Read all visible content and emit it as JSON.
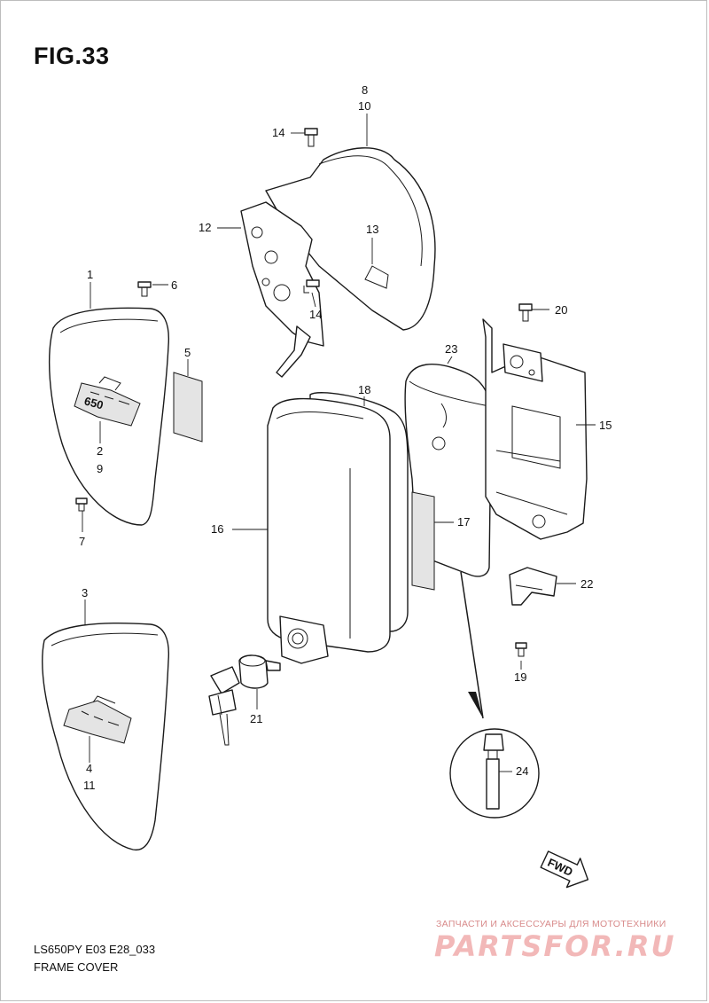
{
  "figure": {
    "title": "FIG.33"
  },
  "labels": {
    "p1": "1",
    "p2": "2",
    "p3": "3",
    "p4": "4",
    "p5": "5",
    "p6": "6",
    "p7": "7",
    "p8": "8",
    "p9": "9",
    "p10": "10",
    "p11": "11",
    "p12": "12",
    "p13": "13",
    "p14a": "14",
    "p14b": "14",
    "p15": "15",
    "p16": "16",
    "p17": "17",
    "p18": "18",
    "p19": "19",
    "p20": "20",
    "p21": "21",
    "p22": "22",
    "p23": "23",
    "p24": "24"
  },
  "emblem_top": "650",
  "fwd": "FWD",
  "footer": {
    "model": "LS650PY E03 E28_033",
    "caption": "FRAME COVER"
  },
  "watermark": {
    "subtitle": "ЗАПЧАСТИ И АКСЕССУАРЫ ДЛЯ МОТОТЕХНИКИ",
    "logo": "PARTSFOR.RU"
  }
}
